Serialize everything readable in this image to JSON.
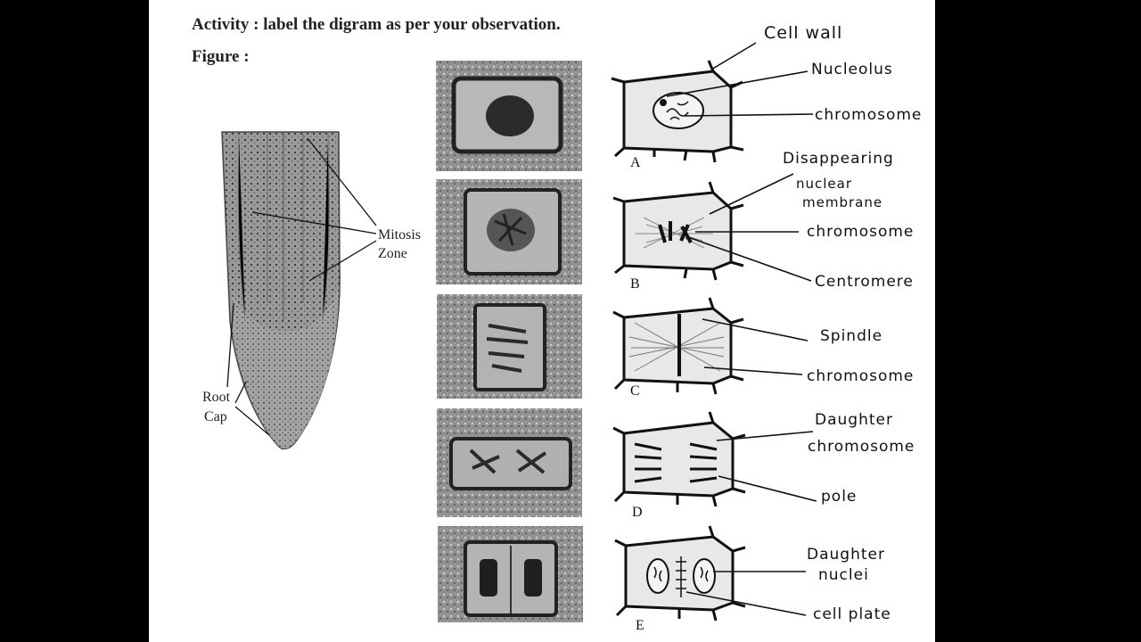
{
  "activity": "Activity : label the digram as per your observation.",
  "figure_label": "Figure :",
  "root_labels": {
    "mitosis_zone": [
      "Mitosis",
      "Zone"
    ],
    "root_cap": [
      "Root",
      "Cap"
    ]
  },
  "stages": [
    {
      "letter": "A",
      "labels": [
        "Cell wall",
        "Nucleolus",
        "chromosome"
      ]
    },
    {
      "letter": "B",
      "labels": [
        "Disappearing",
        "nuclear",
        "membrane",
        "chromosome",
        "Centromere"
      ]
    },
    {
      "letter": "C",
      "labels": [
        "Spindle",
        "chromosome"
      ]
    },
    {
      "letter": "D",
      "labels": [
        "Daughter",
        "chromosome",
        "pole"
      ]
    },
    {
      "letter": "E",
      "labels": [
        "Daughter",
        "nuclei",
        "cell plate"
      ]
    }
  ]
}
